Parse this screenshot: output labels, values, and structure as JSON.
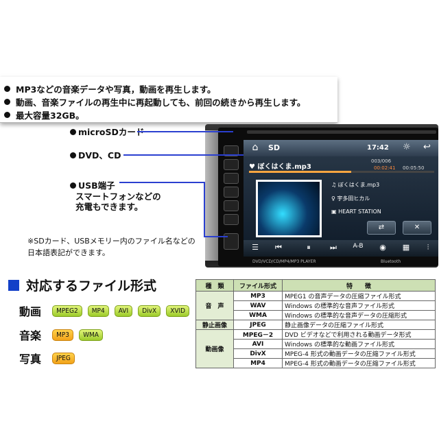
{
  "info": {
    "lines": [
      "MP3などの音楽データや写真，動画を再生します。",
      "動画、音楽ファイルの再生中に再起動しても、前回の続きから再生します。",
      "最大容量32GB。"
    ]
  },
  "callouts": {
    "microsd": "microSDカード",
    "dvd": "DVD、CD",
    "usb_title": "USB端子",
    "usb_line2": "スマートフォンなどの",
    "usb_line3": "充電もできます。"
  },
  "note": {
    "line1": "※SDカード、USBメモリー内のファイル名などの",
    "line2": "日本語表記ができます。"
  },
  "device": {
    "source": "SD",
    "clock": "17:42",
    "song": "ぼくはくま.mp3",
    "track": "003/006",
    "time_current": "00:02:41",
    "time_total": "00:05:50",
    "progress": 0.55,
    "meta_title": "ぼくはくま.mp3",
    "meta_artist": "宇多田ヒカル",
    "meta_album": "HEART STATION",
    "ab_label": "A-B",
    "unit_label": "DVD/VCD/CD/MP4/MP3 PLAYER",
    "bt_label": "Bluetooth",
    "icons": [
      "home-icon",
      "gear-icon",
      "back-icon",
      "prev-icon",
      "pause-icon",
      "next-icon",
      "shuffle-icon",
      "repeat-icon",
      "eq-icon",
      "menu-icon"
    ]
  },
  "formats": {
    "title": "対応するファイル形式",
    "rows": [
      {
        "label": "動画",
        "chips": [
          "MPEG2",
          "MP4",
          "AVI",
          "DivX",
          "XVID"
        ]
      },
      {
        "label": "音楽",
        "chips": [
          "MP3",
          "WMA"
        ]
      },
      {
        "label": "写真",
        "chips": [
          "JPEG"
        ]
      }
    ]
  },
  "table": {
    "headers": [
      "種　類",
      "ファイル形式",
      "特　　徴"
    ],
    "groups": [
      {
        "kind": "音　声",
        "rows": [
          {
            "fmt": "MP3",
            "desc": "MPEG1 の音声データの圧縮ファイル形式"
          },
          {
            "fmt": "WAV",
            "desc": "Windows の標準的な音声ファイル形式"
          },
          {
            "fmt": "WMA",
            "desc": "Windows の標準的な音声データの圧縮形式"
          }
        ]
      },
      {
        "kind": "静止画像",
        "rows": [
          {
            "fmt": "JPEG",
            "desc": "静止画像データの圧縮ファイル形式"
          }
        ]
      },
      {
        "kind": "動画像",
        "rows": [
          {
            "fmt": "MPEG－2",
            "desc": "DVD ビデオなどで利用される動画データ形式"
          },
          {
            "fmt": "AVI",
            "desc": "Windows の標準的な動画ファイル形式"
          },
          {
            "fmt": "DivX",
            "desc": "MPEG-4 形式の動画データの圧縮ファイル形式"
          },
          {
            "fmt": "MP4",
            "desc": "MPEG-4 形式の動画データの圧縮ファイル形式"
          }
        ]
      }
    ]
  },
  "colors": {
    "accent_blue": "#1340c8",
    "chip_green": "#9ccb2a",
    "chip_orange": "#f2a21a",
    "table_header": "#cde0b4"
  }
}
